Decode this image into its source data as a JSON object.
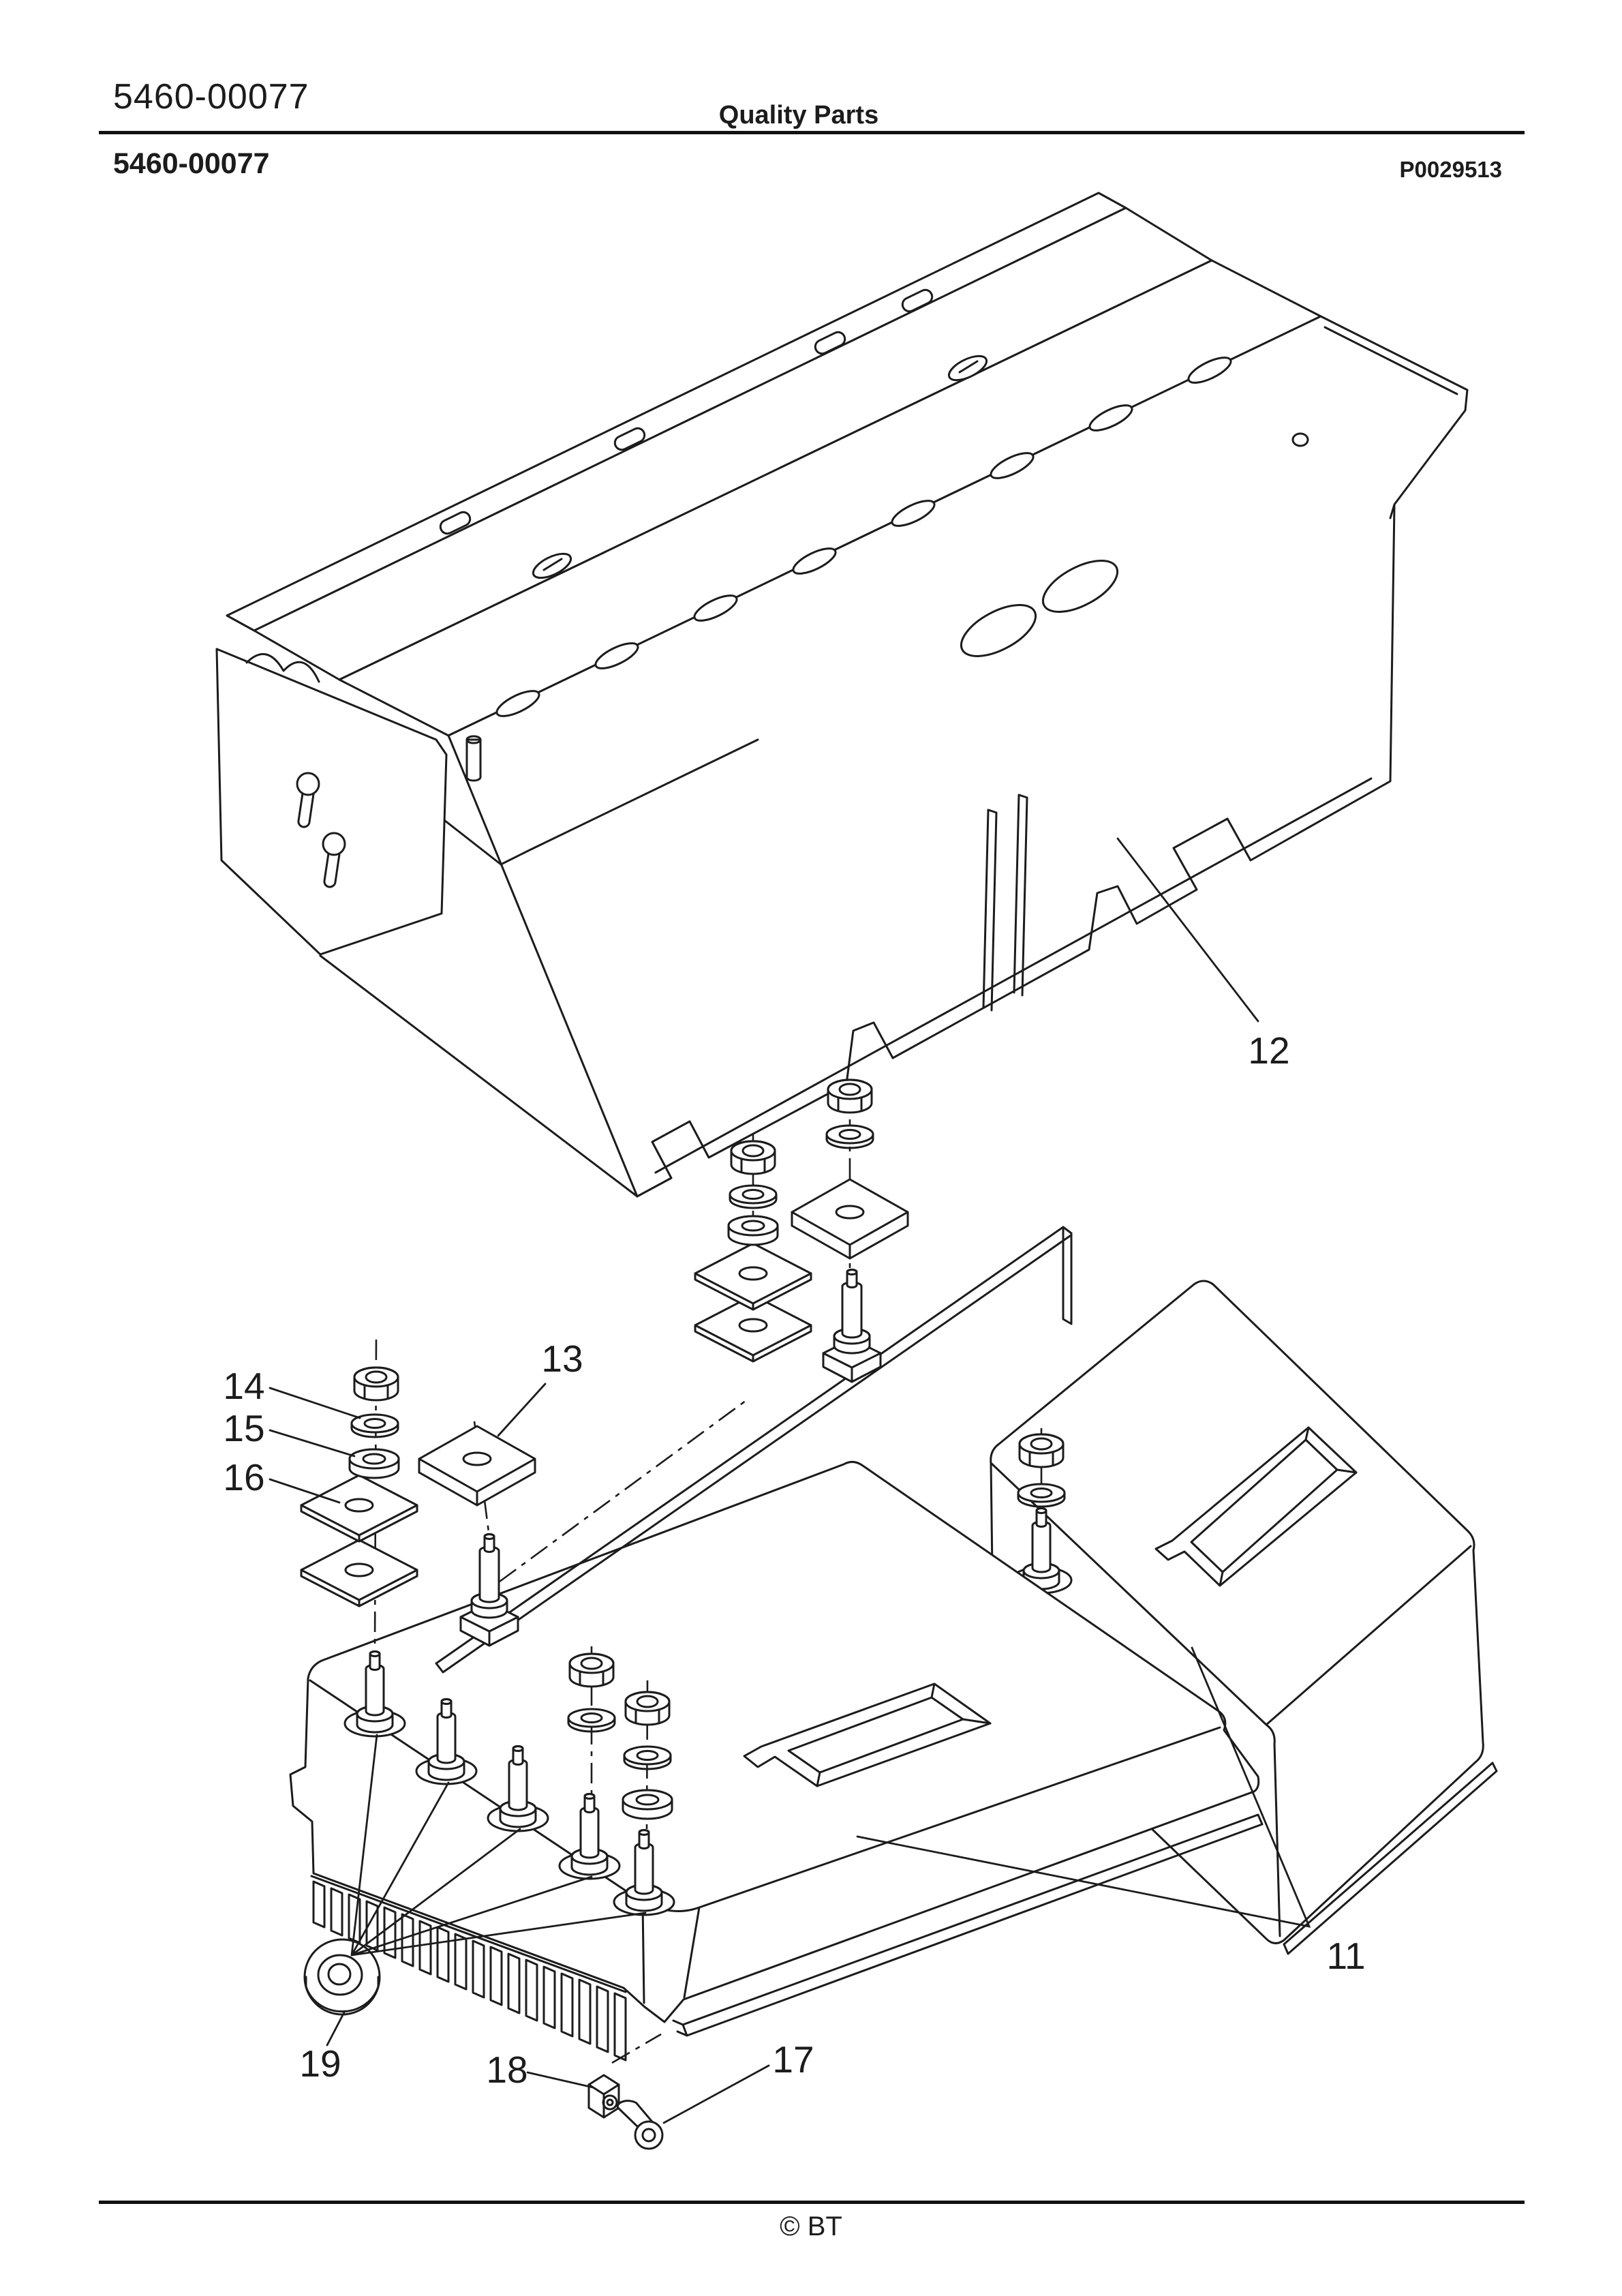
{
  "page": {
    "background": "#ffffff",
    "line_color": "#1c1c1c"
  },
  "header": {
    "doc_number": "5460-00077",
    "title": "Quality Parts",
    "doc_number_bold": "5460-00077",
    "figure_code": "P0029513"
  },
  "footer": {
    "copyright": "© BT"
  },
  "diagram": {
    "callouts": [
      {
        "label": "11"
      },
      {
        "label": "12"
      },
      {
        "label": "13"
      },
      {
        "label": "14"
      },
      {
        "label": "15"
      },
      {
        "label": "16"
      },
      {
        "label": "17"
      },
      {
        "label": "18"
      },
      {
        "label": "19"
      }
    ]
  }
}
